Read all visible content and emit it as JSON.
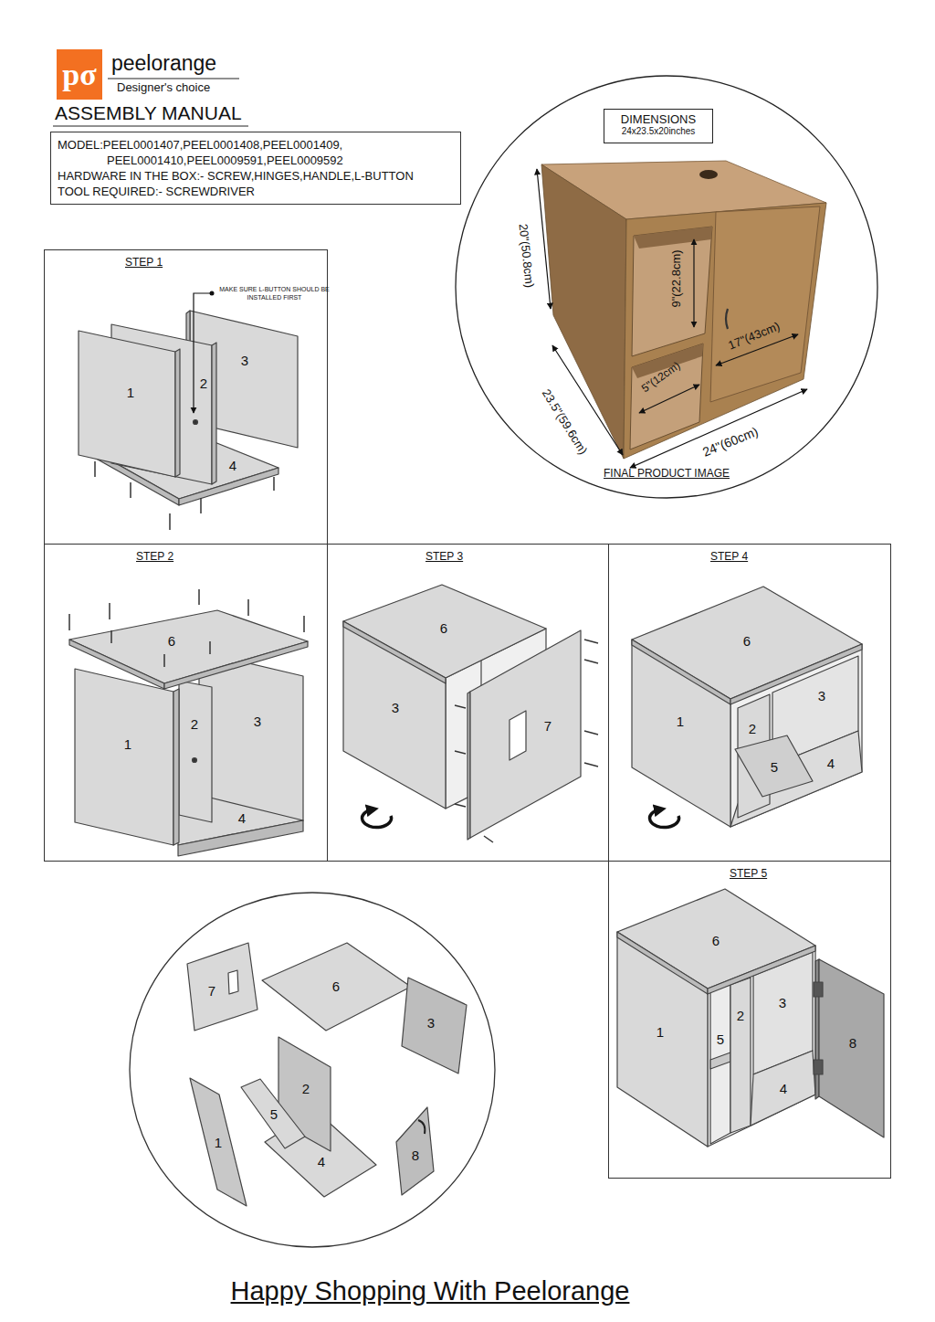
{
  "diagram": {
    "title": "ASSEMBLY MANUAL",
    "caption": "Happy Shopping With Peelorange",
    "nodes": [
      {
        "text": [
          "pσ"
        ]
      },
      {
        "text": [
          "MODEL:PEEL0001407,PEEL0001408,PEEL0001409, PEEL0001410,PEEL0009591,PEEL0009592",
          "HARDWARE IN THE BOX:- SCREW,HINGES,HANDLE,L-BUTTON",
          "TOOL REQUIRED:- SCREWDRIVER"
        ]
      },
      {
        "text": [
          "FINAL PRODUCT IMAGE"
        ]
      },
      {
        "text": [
          "DIMENSIONS",
          "24x23.5x20inches"
        ],
        "in": 2
      },
      {
        "text": [
          "STEP 1"
        ]
      },
      {
        "text": [
          "STEP 2"
        ]
      },
      {
        "text": [
          "STEP 3"
        ]
      },
      {
        "text": [
          "STEP 4"
        ]
      },
      {
        "text": [
          "STEP 5"
        ]
      }
    ],
    "labels": [
      "peelorange",
      "Designer's choice",
      "20\"(50.8cm)",
      "9\"(22.8cm)",
      "17\"(43cm)",
      "5\"(12cm)",
      "23.5\"(59.6cm)",
      "24\"(60cm)",
      "MAKE SURE L-BUTTON SHOULD BE INSTALLED FIRST",
      "1",
      "2",
      "3",
      "4",
      "6",
      "1",
      "2",
      "3",
      "4",
      "6",
      "3",
      "7",
      "6",
      "1",
      "2",
      "3",
      "5",
      "4",
      "7",
      "6",
      "3",
      "2",
      "5",
      "1",
      "4",
      "8",
      "6",
      "2",
      "3",
      "1",
      "5",
      "4",
      "8"
    ]
  }
}
